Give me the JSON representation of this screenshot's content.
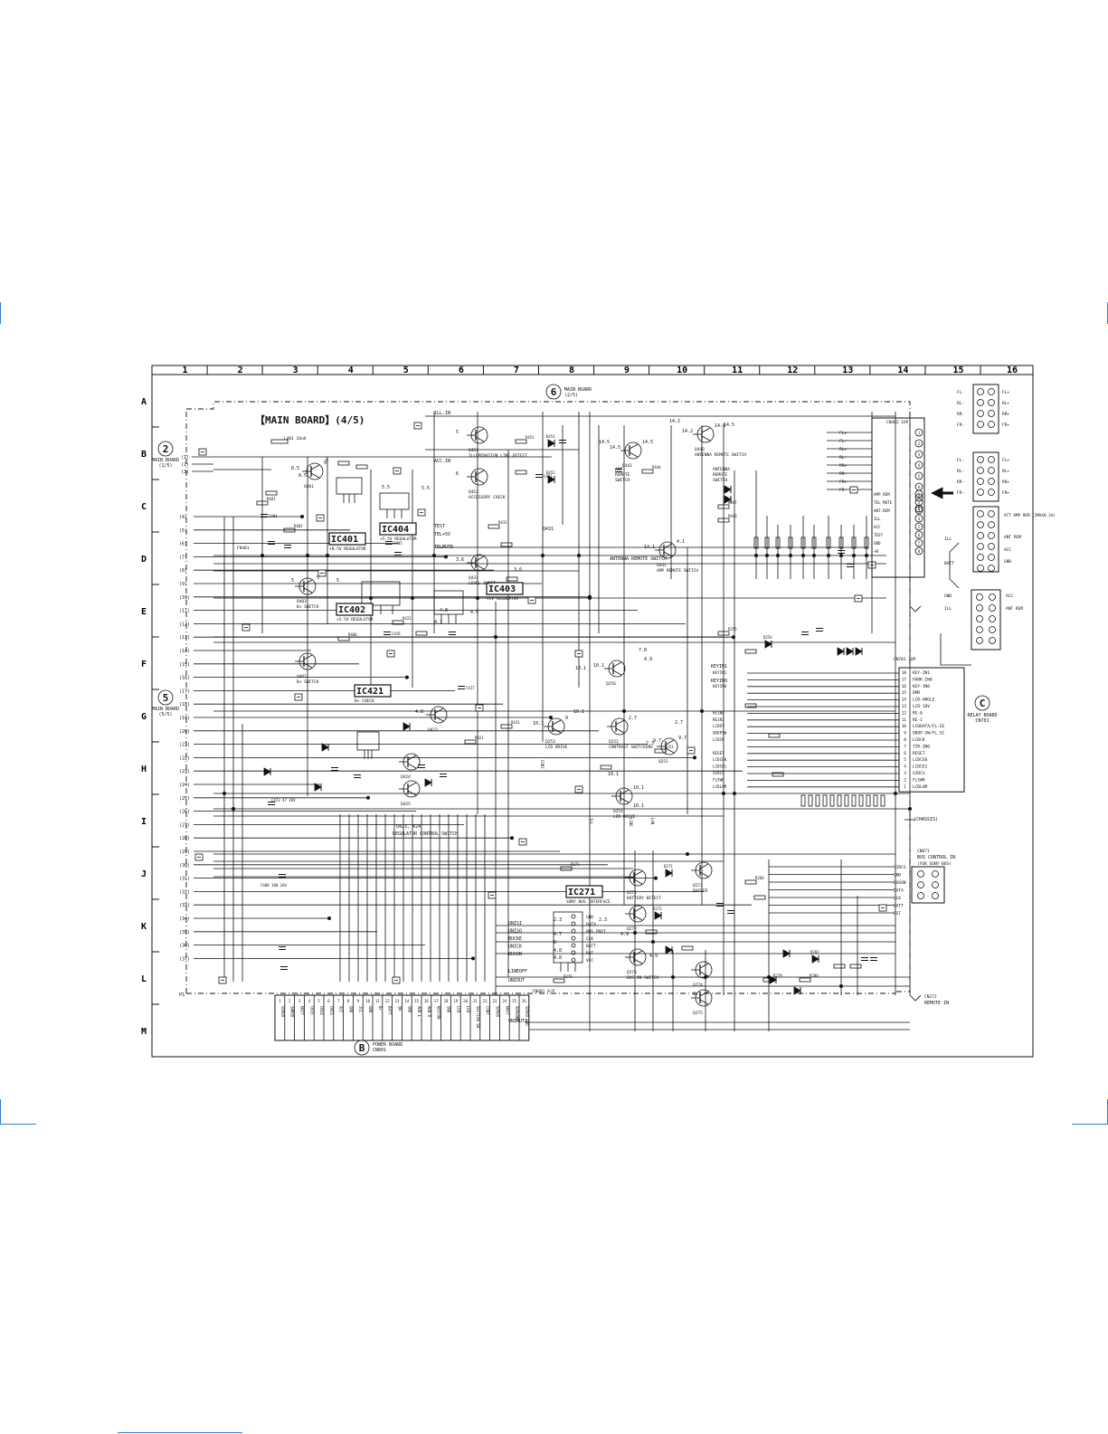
{
  "grid": {
    "columns": [
      "1",
      "2",
      "3",
      "4",
      "5",
      "6",
      "7",
      "8",
      "9",
      "10",
      "11",
      "12",
      "13",
      "14",
      "15",
      "16"
    ],
    "rows": [
      "A",
      "B",
      "C",
      "D",
      "E",
      "F",
      "G",
      "H",
      "I",
      "J",
      "K",
      "L",
      "M"
    ]
  },
  "title": "【MAIN BOARD】(4/5)",
  "board_refs": {
    "six": {
      "num": "6",
      "label": "MAIN BOARD",
      "sub": "(2/5)"
    },
    "two": {
      "num": "2",
      "label": "MAIN BOARD",
      "sub": "(1/5)"
    },
    "five": {
      "num": "5",
      "label": "MAIN BOARD",
      "sub": "(5/5)"
    },
    "b": {
      "num": "B",
      "label": "POWER BOARD",
      "sub": "CN801"
    },
    "c": {
      "num": "C",
      "label": "RELAY BOARD",
      "sub": "CN701"
    }
  },
  "ics": [
    {
      "id": "IC401",
      "desc": "+8.5V REGULATOR"
    },
    {
      "id": "IC404",
      "desc": "+5.5V REGULATOR"
    },
    {
      "id": "IC402",
      "desc": "+5.5V REGULATOR"
    },
    {
      "id": "IC403",
      "desc": "+5V REGULATOR"
    },
    {
      "id": "IC421",
      "desc": "B+ CHECK"
    },
    {
      "id": "IC271",
      "desc": "SONY BUS INTERFACE"
    }
  ],
  "function_labels": [
    "ILLUMINATION LINE DETECT",
    "ACCESSORY CHECK",
    "AMP REMOTE SWITCH",
    "ANTENNA REMOTE SWITCH",
    "LEVEL SHIFT",
    "B+ SWITCH",
    "LCD DRIVE",
    "CONTRAST SWITCHING",
    "LED DRIVE",
    "REGULATOR CONTROL SWITCH",
    "BATTERY DETECT",
    "BUFFER",
    "BUS ON SWITCH"
  ],
  "cn_power": {
    "ref": "CN601 A/P",
    "pins": [
      "1",
      "2",
      "3",
      "4",
      "5",
      "6",
      "7",
      "8",
      "9",
      "10",
      "11",
      "12",
      "13",
      "14",
      "15",
      "16",
      "17",
      "18",
      "19",
      "20",
      "21",
      "22",
      "23",
      "24",
      "25",
      "26"
    ],
    "labels": [
      "SERVO",
      "SWMOD",
      "UNIT",
      "CN15",
      "CN14",
      "CN13",
      "ACC",
      "GND",
      "ILL",
      "GND",
      "B+",
      "BATT",
      "ON",
      "GND",
      "AUD L",
      "AUD R",
      "NEXTON",
      "GND",
      "LED",
      "LED",
      "SECTION SW",
      "CONT",
      "SERVO",
      "UNIT",
      "SERVOMR",
      "SERVO GND"
    ]
  },
  "cn_relay": {
    "ref": "CN701 18P",
    "pins": [
      {
        "n": "18",
        "s": "KEY-IN1"
      },
      {
        "n": "17",
        "s": "PARK-IN0"
      },
      {
        "n": "16",
        "s": "KEY-IN0"
      },
      {
        "n": "15",
        "s": "DMR"
      },
      {
        "n": "14",
        "s": "LCD-ANGLE"
      },
      {
        "n": "13",
        "s": "LCD-10V"
      },
      {
        "n": "12",
        "s": "RE-0"
      },
      {
        "n": "11",
        "s": "RE-1"
      },
      {
        "n": "10",
        "s": "LCDDATA/FL.SE"
      },
      {
        "n": "9",
        "s": "ODOP-SW/FL.SI"
      },
      {
        "n": "8",
        "s": "LCDCK"
      },
      {
        "n": "7",
        "s": "TIR-IN0"
      },
      {
        "n": "6",
        "s": "RESET"
      },
      {
        "n": "5",
        "s": "LCDCE0"
      },
      {
        "n": "4",
        "s": "LCDCE1"
      },
      {
        "n": "3",
        "s": "SIRCS"
      },
      {
        "n": "2",
        "s": "FLSWR"
      },
      {
        "n": "1",
        "s": "LCDLAM"
      }
    ]
  },
  "cn_speaker": {
    "ref": "CN402 16P",
    "left": [
      "FL+",
      "FL-",
      "RL+",
      "RL-",
      "RR+",
      "RR-",
      "FR+",
      "FR-"
    ],
    "right": [
      "AMP REM",
      "TEL-MUTE",
      "ANT.REM",
      "ILL",
      "ACC",
      "TEST",
      "GND",
      "+B"
    ],
    "pin_nums": [
      "1",
      "2",
      "3",
      "4",
      "5",
      "6",
      "7",
      "8"
    ]
  },
  "right_harness": {
    "top": [
      "FL-",
      "RL-",
      "RR-",
      "FR-"
    ],
    "top_r": [
      "FL+",
      "RL+",
      "RR+",
      "FR+"
    ],
    "mid": [
      "FL-",
      "RL-",
      "RR-",
      "FR-"
    ],
    "mid_r": [
      "FL+",
      "RL+",
      "RR+",
      "FR+"
    ],
    "notes": [
      "ATT AMP REM (2MAX0.3A)",
      "ANT REM",
      "ACC",
      "GND",
      "ILL",
      "BATT",
      "GND",
      "ACC",
      "ILL",
      "ANT REM"
    ]
  },
  "bus_connector": {
    "ref": "CN871",
    "title": "BUS CONTROL IN",
    "sub": "(FOR SONY BUS)",
    "signals": [
      "SIRCS",
      "GND",
      "BUSON",
      "DATA",
      "CLK",
      "BATT",
      "RST"
    ]
  },
  "remote_in": {
    "ref": "CN272",
    "label": "REMOTE IN"
  },
  "net_labels": [
    "ILL.IN",
    "ACC.IN",
    "TEST",
    "TEL+5V",
    "TELMUTE",
    "UNISI",
    "UNISO",
    "BUCKE",
    "UNICK",
    "BUSON",
    "UNIOUT2",
    "LINEOFF",
    "KEYIN1",
    "KEYIN0",
    "PS"
  ],
  "left_pins_top": [
    "(1)",
    "(2)",
    "(3)"
  ],
  "left_pins": [
    "(4)",
    "(5)",
    "(6)",
    "(7)",
    "(8)",
    "(9)",
    "(10)",
    "(11)",
    "(12)",
    "(13)",
    "(14)",
    "(15)",
    "(16)",
    "(17)",
    "(18)",
    "(19)",
    "(20)",
    "(21)",
    "(22)",
    "(23)",
    "(24)",
    "(25)",
    "(26)",
    "(27)",
    "(28)",
    "(29)",
    "(30)",
    "(31)",
    "(32)",
    "(33)",
    "(34)",
    "(35)",
    "(36)",
    "(37)"
  ],
  "voltages": [
    "8.5",
    "5",
    "14.5",
    "5.5",
    "4.8",
    "4.7",
    "10.1",
    "14.2",
    "3.6",
    "9.7",
    "0",
    "4.9",
    "7.8",
    "14.1",
    "4.1",
    "6",
    "2.3",
    "2.7"
  ],
  "chassis_label": "(CHASSIS)",
  "colors": {
    "ink": "#111111",
    "mark": "#2a7fd4"
  }
}
